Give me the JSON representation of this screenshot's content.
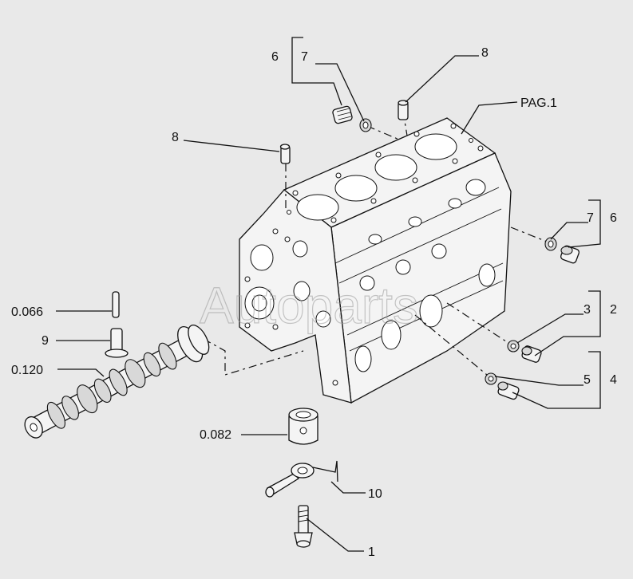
{
  "watermark": "Autoparts",
  "callouts": {
    "c6_top": "6",
    "c7_top": "7",
    "c8_top": "8",
    "pag1": "PAG.1",
    "c8_left": "8",
    "c7_right": "7",
    "c6_right": "6",
    "c3": "3",
    "c2": "2",
    "c5": "5",
    "c4": "4",
    "c0066": "0.066",
    "c9": "9",
    "c0120": "0.120",
    "c0082": "0.082",
    "c10": "10",
    "c1": "1"
  }
}
